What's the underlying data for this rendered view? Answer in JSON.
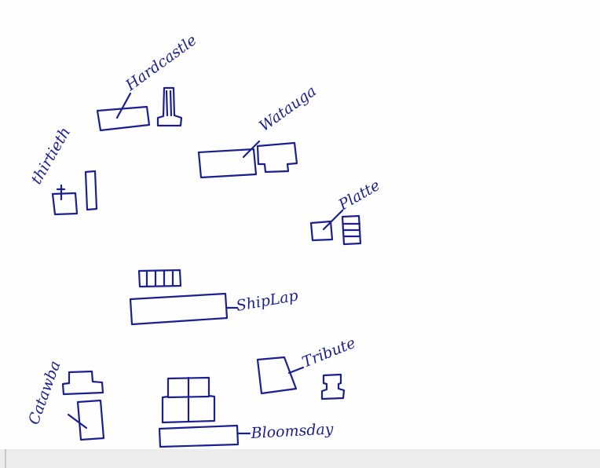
{
  "labels": {
    "hardcastle": "Hardcastle",
    "thirtieth": "thirtieth",
    "watauga": "Watauga",
    "platte": "Platte",
    "shiplap": "ShipLap",
    "tribute": "Tribute",
    "catawba": "Catawba",
    "bloomsday": "Bloomsday"
  },
  "ink_color": "#1c1f8f"
}
